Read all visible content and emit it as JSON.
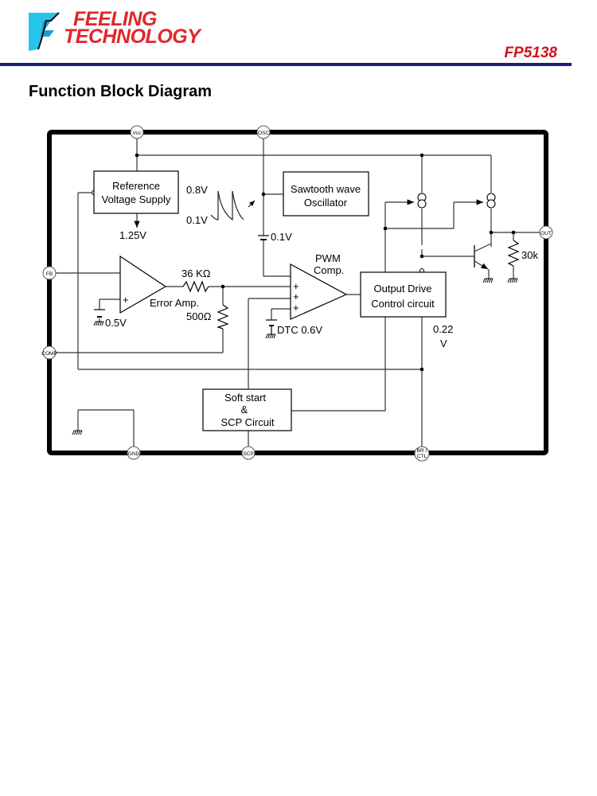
{
  "header": {
    "brand_line1": "FEELING",
    "brand_line2": "TECHNOLOGY",
    "part_number": "FP5138",
    "logo_icon": "ft-logo-icon",
    "rule_color": "#1c1f80",
    "brand_color": "#e0262b"
  },
  "section_title": "Function Block Diagram",
  "diagram": {
    "pins": {
      "vcc": "Vcc",
      "osc": "OSC",
      "fb": "FB",
      "comp": "COMP",
      "gnd": "GND",
      "scp": "SCP",
      "br_ctl_1": "BR /",
      "br_ctl_2": "CTL",
      "out": "OUT"
    },
    "blocks": {
      "reference_line1": "Reference",
      "reference_line2": "Voltage Supply",
      "sawtooth_line1": "Sawtooth wave",
      "sawtooth_line2": "Oscillator",
      "output_drive_line1": "Output Drive",
      "output_drive_line2": "Control circuit",
      "softstart_line1": "Soft start",
      "softstart_line2": "&",
      "softstart_line3": "SCP Circuit"
    },
    "labels": {
      "ref_out": "1.25V",
      "saw_high": "0.8V",
      "saw_low": "0.1V",
      "osc_offset": "0.1V",
      "r1": "36 KΩ",
      "r2": "500Ω",
      "error_amp": "Error Amp.",
      "ea_ref": "0.5V",
      "pwm_line1": "PWM",
      "pwm_line2": "Comp.",
      "dtc": "DTC 0.6V",
      "br_thresh_1": "0.22",
      "br_thresh_2": "V",
      "r_out": "30k",
      "plus": "+"
    }
  }
}
